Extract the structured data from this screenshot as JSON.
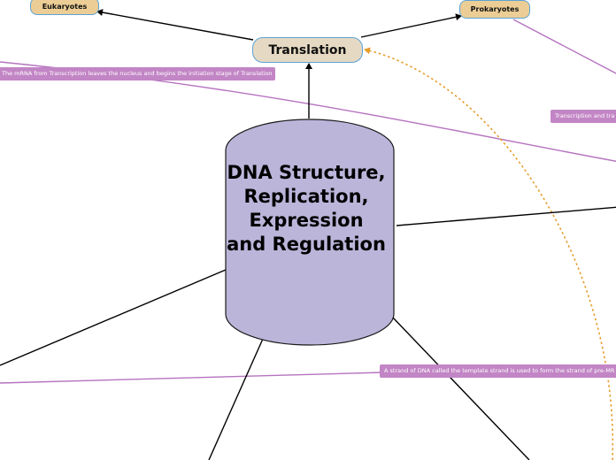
{
  "colors": {
    "central_fill": "#bcb5da",
    "small_node_fill": "#eccd95",
    "translation_fill": "#e6d9c3",
    "node_border": "#5aa3d6",
    "note_fill": "#c285c5",
    "note_line": "#b673c0",
    "dotted_link": "#e79d2d"
  },
  "nodes": {
    "central": "DNA Structure, Replication, Expression and Regulation",
    "translation": "Translation",
    "eukaryotes": "Eukaryotes",
    "prokaryotes": "Prokaryotes"
  },
  "notes": {
    "mrna_initiation": "The mRNA from Transcription leaves the nucleus and begins the initiation stage of Translation",
    "transcription": "Transcription and tra",
    "template_strand": "A strand of DNA called the template strand is used to form the strand of pre-MR"
  }
}
